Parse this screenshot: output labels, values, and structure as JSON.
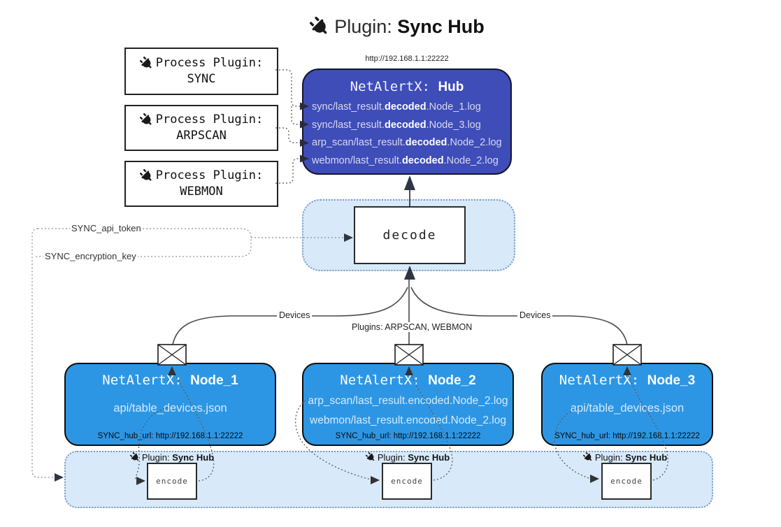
{
  "title": {
    "prefix": "Plugin: ",
    "bold": "Sync Hub"
  },
  "process_plugins": [
    {
      "label": "Process Plugin:",
      "name": "SYNC"
    },
    {
      "label": "Process Plugin:",
      "name": "ARPSCAN"
    },
    {
      "label": "Process Plugin:",
      "name": "WEBMON"
    }
  ],
  "hub": {
    "url": "http://192.168.1.1:22222",
    "title_prefix": "NetAlertX: ",
    "title_bold": "Hub",
    "files": [
      {
        "pre": "sync/last_result.",
        "bold": "decoded",
        "post": ".Node_1.log"
      },
      {
        "pre": "sync/last_result.",
        "bold": "decoded",
        "post": ".Node_3.log"
      },
      {
        "pre": "arp_scan/last_result.",
        "bold": "decoded",
        "post": ".Node_2.log"
      },
      {
        "pre": "webmon/last_result.",
        "bold": "decoded",
        "post": ".Node_2.log"
      }
    ]
  },
  "decode": {
    "label": "decode"
  },
  "encode": {
    "label": "encode",
    "plugin_prefix": "Plugin: ",
    "plugin_bold": "Sync Hub"
  },
  "keys": {
    "api_token": "SYNC_api_token",
    "encryption_key": "SYNC_encryption_key"
  },
  "edges": {
    "devices_left": "Devices",
    "devices_right": "Devices",
    "plugins_mid": "Plugins: ARPSCAN, WEBMON"
  },
  "nodes": [
    {
      "title_prefix": "NetAlertX: ",
      "title_bold": "Node_1",
      "files": [
        "api/table_devices.json"
      ],
      "hub_url": "SYNC_hub_url: http://192.168.1.1:22222"
    },
    {
      "title_prefix": "NetAlertX: ",
      "title_bold": "Node_2",
      "files": [
        "arp_scan/last_result.encoded.Node_2.log",
        "webmon/last_result.encoded.Node_2.log"
      ],
      "hub_url": "SYNC_hub_url: http://192.168.1.1:22222"
    },
    {
      "title_prefix": "NetAlertX: ",
      "title_bold": "Node_3",
      "files": [
        "api/table_devices.json"
      ],
      "hub_url": "SYNC_hub_url: http://192.168.1.1:22222"
    }
  ],
  "colors": {
    "hub_bg": "#3e4db8",
    "node_bg": "#2d96e4",
    "panel_bg": "#d8e9fa",
    "panel_border": "#7a9cc4"
  }
}
